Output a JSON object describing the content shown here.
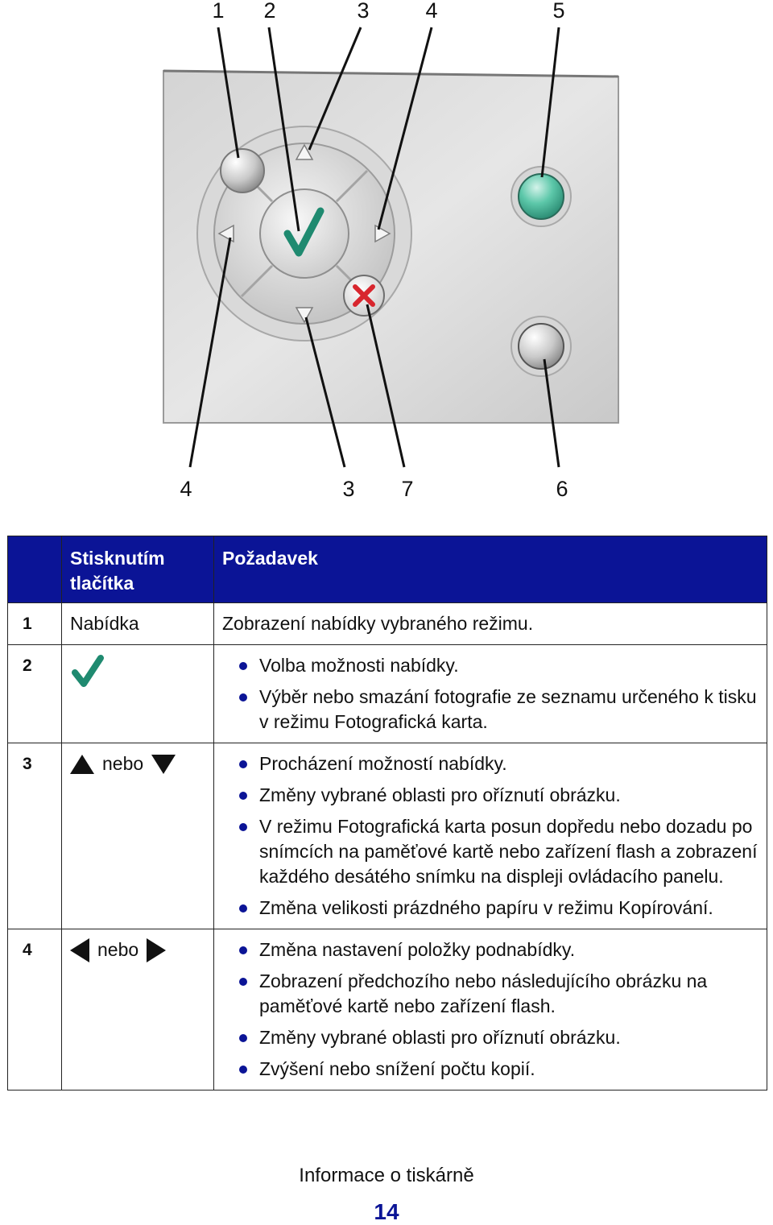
{
  "figure": {
    "callouts_top": [
      "1",
      "2",
      "3",
      "4",
      "5"
    ],
    "callouts_bottom": [
      "4",
      "3",
      "7",
      "6"
    ]
  },
  "table": {
    "headers": {
      "button": "Stisknutím tlačítka",
      "request": "Požadavek"
    },
    "rows": [
      {
        "num": "1",
        "button_label": "Nabídka",
        "description": "Zobrazení nabídky vybraného režimu."
      },
      {
        "num": "2",
        "button_icon": "checkmark-icon",
        "bullets": [
          "Volba možnosti nabídky.",
          "Výběr nebo smazání fotografie ze seznamu určeného k tisku v režimu Fotografická karta."
        ]
      },
      {
        "num": "3",
        "button_icons": [
          "arrow-up-icon",
          "arrow-down-icon"
        ],
        "connector": "nebo",
        "bullets": [
          "Procházení možností nabídky.",
          "Změny vybrané oblasti pro oříznutí obrázku.",
          "V režimu Fotografická karta posun dopředu nebo dozadu po snímcích na paměťové kartě nebo zařízení flash a zobrazení každého desátého snímku na displeji ovládacího panelu.",
          "Změna velikosti prázdného papíru v režimu Kopírování."
        ]
      },
      {
        "num": "4",
        "button_icons": [
          "arrow-left-icon",
          "arrow-right-icon"
        ],
        "connector": "nebo",
        "bullets": [
          "Změna nastavení položky podnabídky.",
          "Zobrazení předchozího nebo následujícího obrázku na paměťové kartě nebo zařízení flash.",
          "Změny vybrané oblasti pro oříznutí obrázku.",
          "Zvýšení nebo snížení počtu kopií."
        ]
      }
    ]
  },
  "footer": {
    "section_title": "Informace o tiskárně",
    "page_number": "14"
  },
  "colors": {
    "header_blue": "#0b1496",
    "check_green": "#1f8a70",
    "cancel_red": "#d8262e",
    "start_teal": "#49b79b"
  }
}
